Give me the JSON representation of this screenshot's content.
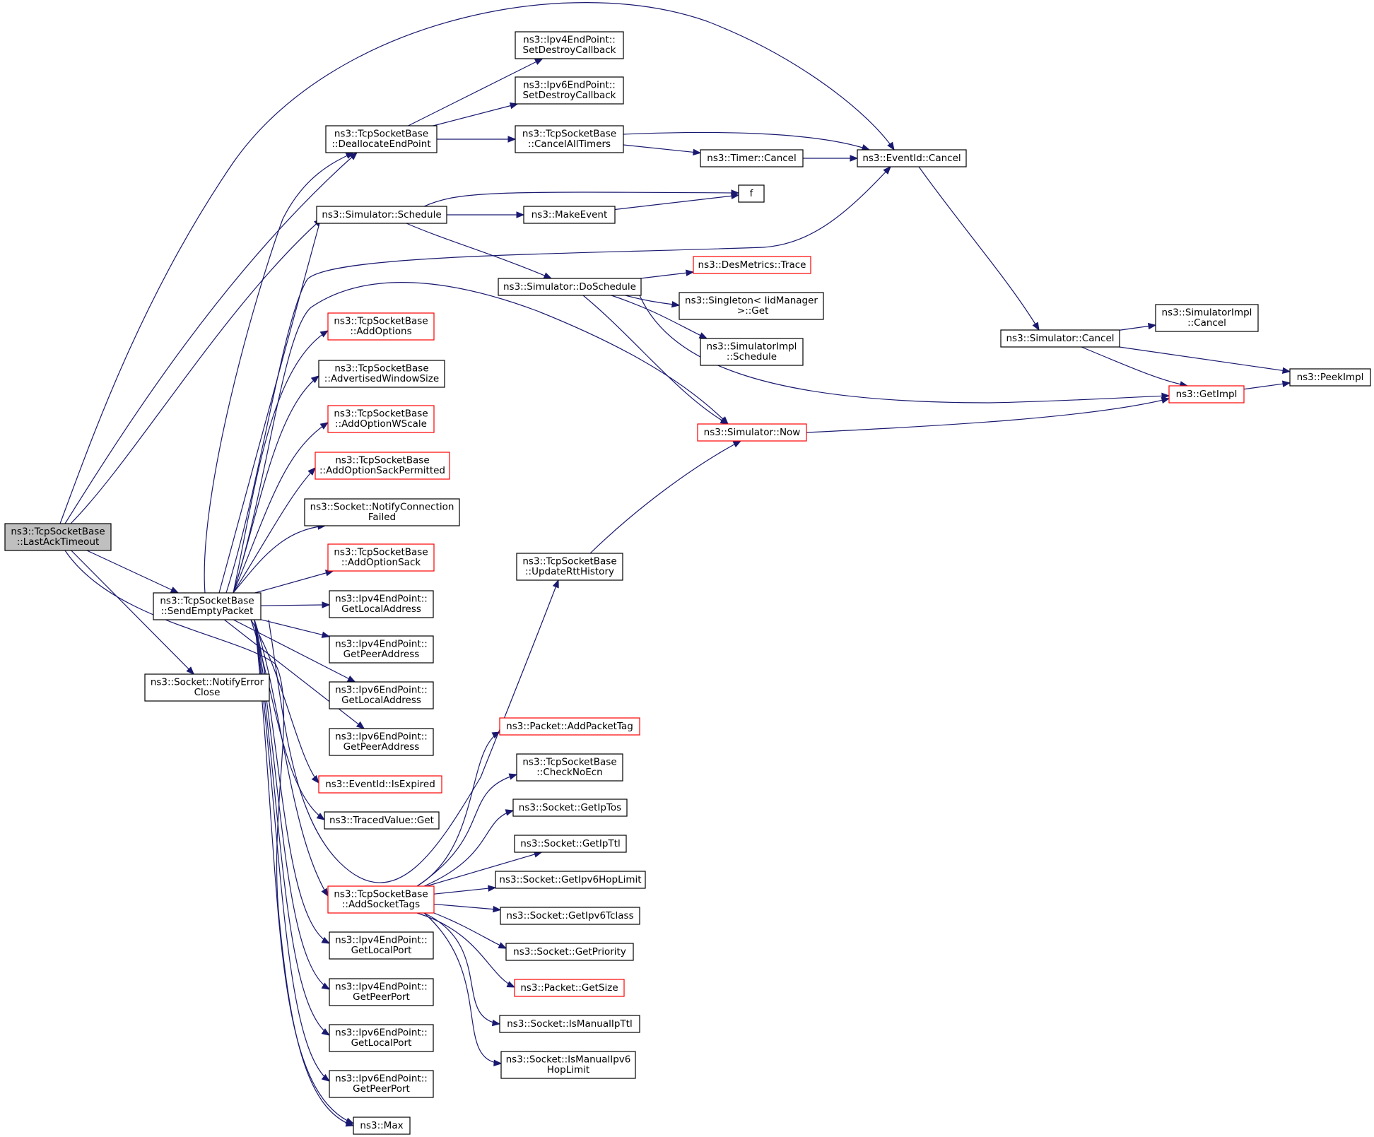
{
  "colors": {
    "edge": "#191970",
    "box_border": "#000000",
    "box_border_incomplete": "#ff0000",
    "root_fill": "#bfbfbf"
  },
  "nodes": [
    {
      "id": "lastacktimeout",
      "lines": [
        "ns3::TcpSocketBase",
        "::LastAckTimeout"
      ],
      "style": "root"
    },
    {
      "id": "deallocateendpoint",
      "lines": [
        "ns3::TcpSocketBase",
        "::DeallocateEndPoint"
      ]
    },
    {
      "id": "sendemptypacket",
      "lines": [
        "ns3::TcpSocketBase",
        "::SendEmptyPacket"
      ]
    },
    {
      "id": "notifyerrorclose",
      "lines": [
        "ns3::Socket::NotifyError",
        "Close"
      ]
    },
    {
      "id": "ipv4setdestroy",
      "lines": [
        "ns3::Ipv4EndPoint::",
        "SetDestroyCallback"
      ]
    },
    {
      "id": "ipv6setdestroy",
      "lines": [
        "ns3::Ipv6EndPoint::",
        "SetDestroyCallback"
      ]
    },
    {
      "id": "cancelalltimers",
      "lines": [
        "ns3::TcpSocketBase",
        "::CancelAllTimers"
      ]
    },
    {
      "id": "timercancel",
      "lines": [
        "ns3::Timer::Cancel"
      ]
    },
    {
      "id": "eventidcancel",
      "lines": [
        "ns3::EventId::Cancel"
      ]
    },
    {
      "id": "simschedule",
      "lines": [
        "ns3::Simulator::Schedule"
      ]
    },
    {
      "id": "f",
      "lines": [
        "f"
      ]
    },
    {
      "id": "makeevent",
      "lines": [
        "ns3::MakeEvent"
      ]
    },
    {
      "id": "doschedule",
      "lines": [
        "ns3::Simulator::DoSchedule"
      ]
    },
    {
      "id": "desmetrics",
      "lines": [
        "ns3::DesMetrics::Trace"
      ],
      "style": "red"
    },
    {
      "id": "singletonget",
      "lines": [
        "ns3::Singleton< IidManager",
        " >::Get"
      ]
    },
    {
      "id": "simimplschedule",
      "lines": [
        "ns3::SimulatorImpl",
        "::Schedule"
      ]
    },
    {
      "id": "simnow",
      "lines": [
        "ns3::Simulator::Now"
      ],
      "style": "red"
    },
    {
      "id": "simcancel",
      "lines": [
        "ns3::Simulator::Cancel"
      ]
    },
    {
      "id": "simimplcancel",
      "lines": [
        "ns3::SimulatorImpl",
        "::Cancel"
      ]
    },
    {
      "id": "getimpl",
      "lines": [
        "ns3::GetImpl"
      ],
      "style": "red"
    },
    {
      "id": "peekimpl",
      "lines": [
        "ns3::PeekImpl"
      ]
    },
    {
      "id": "addoptions",
      "lines": [
        "ns3::TcpSocketBase",
        "::AddOptions"
      ],
      "style": "red"
    },
    {
      "id": "advwindowsize",
      "lines": [
        "ns3::TcpSocketBase",
        "::AdvertisedWindowSize"
      ]
    },
    {
      "id": "addoptionwscale",
      "lines": [
        "ns3::TcpSocketBase",
        "::AddOptionWScale"
      ],
      "style": "red"
    },
    {
      "id": "addoptionsackperm",
      "lines": [
        "ns3::TcpSocketBase",
        "::AddOptionSackPermitted"
      ],
      "style": "red"
    },
    {
      "id": "notifyconnfailed",
      "lines": [
        "ns3::Socket::NotifyConnection",
        "Failed"
      ]
    },
    {
      "id": "addoptionsack",
      "lines": [
        "ns3::TcpSocketBase",
        "::AddOptionSack"
      ],
      "style": "red"
    },
    {
      "id": "ipv4getlocaladdr",
      "lines": [
        "ns3::Ipv4EndPoint::",
        "GetLocalAddress"
      ]
    },
    {
      "id": "ipv4getpeeraddr",
      "lines": [
        "ns3::Ipv4EndPoint::",
        "GetPeerAddress"
      ]
    },
    {
      "id": "ipv6getlocaladdr",
      "lines": [
        "ns3::Ipv6EndPoint::",
        "GetLocalAddress"
      ]
    },
    {
      "id": "ipv6getpeeraddr",
      "lines": [
        "ns3::Ipv6EndPoint::",
        "GetPeerAddress"
      ]
    },
    {
      "id": "isexpired",
      "lines": [
        "ns3::EventId::IsExpired"
      ],
      "style": "red"
    },
    {
      "id": "tracedvalueget",
      "lines": [
        "ns3::TracedValue::Get"
      ]
    },
    {
      "id": "addsockettags",
      "lines": [
        "ns3::TcpSocketBase",
        "::AddSocketTags"
      ],
      "style": "red"
    },
    {
      "id": "ipv4getlocalport",
      "lines": [
        "ns3::Ipv4EndPoint::",
        "GetLocalPort"
      ]
    },
    {
      "id": "ipv4getpeerport",
      "lines": [
        "ns3::Ipv4EndPoint::",
        "GetPeerPort"
      ]
    },
    {
      "id": "ipv6getlocalport",
      "lines": [
        "ns3::Ipv6EndPoint::",
        "GetLocalPort"
      ]
    },
    {
      "id": "ipv6getpeerport",
      "lines": [
        "ns3::Ipv6EndPoint::",
        "GetPeerPort"
      ]
    },
    {
      "id": "max",
      "lines": [
        "ns3::Max"
      ]
    },
    {
      "id": "updaterttHistory",
      "lines": [
        "ns3::TcpSocketBase",
        "::UpdateRttHistory"
      ]
    },
    {
      "id": "addpackettag",
      "lines": [
        "ns3::Packet::AddPacketTag"
      ],
      "style": "red"
    },
    {
      "id": "checknoecn",
      "lines": [
        "ns3::TcpSocketBase",
        "::CheckNoEcn"
      ]
    },
    {
      "id": "getiptos",
      "lines": [
        "ns3::Socket::GetIpTos"
      ]
    },
    {
      "id": "getipttl",
      "lines": [
        "ns3::Socket::GetIpTtl"
      ]
    },
    {
      "id": "getipv6hoplimit",
      "lines": [
        "ns3::Socket::GetIpv6HopLimit"
      ]
    },
    {
      "id": "getipv6tclass",
      "lines": [
        "ns3::Socket::GetIpv6Tclass"
      ]
    },
    {
      "id": "getpriority",
      "lines": [
        "ns3::Socket::GetPriority"
      ]
    },
    {
      "id": "packetgetsize",
      "lines": [
        "ns3::Packet::GetSize"
      ],
      "style": "red"
    },
    {
      "id": "ismanualipttl",
      "lines": [
        "ns3::Socket::IsManualIpTtl"
      ]
    },
    {
      "id": "ismanualipv6hop",
      "lines": [
        "ns3::Socket::IsManualIpv6",
        "HopLimit"
      ]
    }
  ],
  "edges": [
    [
      "lastacktimeout",
      "deallocateendpoint"
    ],
    [
      "lastacktimeout",
      "eventidcancel"
    ],
    [
      "lastacktimeout",
      "simschedule"
    ],
    [
      "lastacktimeout",
      "sendemptypacket"
    ],
    [
      "lastacktimeout",
      "notifyerrorclose"
    ],
    [
      "lastacktimeout",
      "max"
    ],
    [
      "deallocateendpoint",
      "ipv4setdestroy"
    ],
    [
      "deallocateendpoint",
      "ipv6setdestroy"
    ],
    [
      "deallocateendpoint",
      "cancelalltimers"
    ],
    [
      "cancelalltimers",
      "eventidcancel"
    ],
    [
      "cancelalltimers",
      "timercancel"
    ],
    [
      "timercancel",
      "eventidcancel"
    ],
    [
      "eventidcancel",
      "simcancel"
    ],
    [
      "simschedule",
      "f"
    ],
    [
      "simschedule",
      "makeevent"
    ],
    [
      "simschedule",
      "doschedule"
    ],
    [
      "makeevent",
      "f"
    ],
    [
      "doschedule",
      "desmetrics"
    ],
    [
      "doschedule",
      "singletonget"
    ],
    [
      "doschedule",
      "simimplschedule"
    ],
    [
      "doschedule",
      "getimpl"
    ],
    [
      "doschedule",
      "simnow"
    ],
    [
      "simcancel",
      "simimplcancel"
    ],
    [
      "simcancel",
      "getimpl"
    ],
    [
      "simcancel",
      "peekimpl"
    ],
    [
      "getimpl",
      "peekimpl"
    ],
    [
      "simnow",
      "getimpl"
    ],
    [
      "sendemptypacket",
      "deallocateendpoint"
    ],
    [
      "sendemptypacket",
      "simschedule"
    ],
    [
      "sendemptypacket",
      "eventidcancel"
    ],
    [
      "sendemptypacket",
      "simnow"
    ],
    [
      "sendemptypacket",
      "addoptions"
    ],
    [
      "sendemptypacket",
      "advwindowsize"
    ],
    [
      "sendemptypacket",
      "addoptionwscale"
    ],
    [
      "sendemptypacket",
      "addoptionsackperm"
    ],
    [
      "sendemptypacket",
      "notifyconnfailed"
    ],
    [
      "sendemptypacket",
      "addoptionsack"
    ],
    [
      "sendemptypacket",
      "ipv4getlocaladdr"
    ],
    [
      "sendemptypacket",
      "ipv4getpeeraddr"
    ],
    [
      "sendemptypacket",
      "ipv6getlocaladdr"
    ],
    [
      "sendemptypacket",
      "ipv6getpeeraddr"
    ],
    [
      "sendemptypacket",
      "isexpired"
    ],
    [
      "sendemptypacket",
      "tracedvalueget"
    ],
    [
      "sendemptypacket",
      "addsockettags"
    ],
    [
      "sendemptypacket",
      "ipv4getlocalport"
    ],
    [
      "sendemptypacket",
      "ipv4getpeerport"
    ],
    [
      "sendemptypacket",
      "ipv6getlocalport"
    ],
    [
      "sendemptypacket",
      "ipv6getpeerport"
    ],
    [
      "sendemptypacket",
      "max"
    ],
    [
      "sendemptypacket",
      "updaterttHistory"
    ],
    [
      "updaterttHistory",
      "simnow"
    ],
    [
      "addsockettags",
      "addpackettag"
    ],
    [
      "addsockettags",
      "checknoecn"
    ],
    [
      "addsockettags",
      "getiptos"
    ],
    [
      "addsockettags",
      "getipttl"
    ],
    [
      "addsockettags",
      "getipv6hoplimit"
    ],
    [
      "addsockettags",
      "getipv6tclass"
    ],
    [
      "addsockettags",
      "getpriority"
    ],
    [
      "addsockettags",
      "packetgetsize"
    ],
    [
      "addsockettags",
      "ismanualipttl"
    ],
    [
      "addsockettags",
      "ismanualipv6hop"
    ]
  ]
}
